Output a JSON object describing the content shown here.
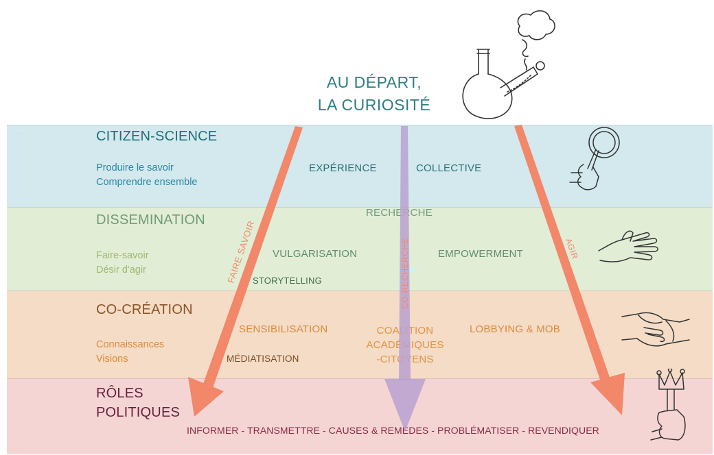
{
  "title": {
    "line1": "AU DÉPART,",
    "line2": "LA CURIOSITÉ"
  },
  "bands": [
    {
      "heading": "CITIZEN-SCIENCE",
      "sub1": "Produire le savoir",
      "sub2": "Comprendre ensemble",
      "keywords": [
        "EXPÉRIENCE",
        "COLLECTIVE"
      ],
      "color": "#d3e9ee",
      "icon": "magnifier-hand-icon"
    },
    {
      "heading": "DISSEMINATION",
      "sub1": "Faire-savoir",
      "sub2": "Désir d'agir",
      "keywords": [
        "RECHERCHE",
        "VULGARISATION",
        "EMPOWERMENT",
        "STORYTELLING"
      ],
      "color": "#e2edd6",
      "icon": "open-hand-icon"
    },
    {
      "heading": "CO-CRÉATION",
      "sub1": "Connaissances",
      "sub2": "Visions",
      "keywords": [
        "SENSIBILISATION",
        "COALITION",
        "ACADÉMIQUES",
        "-CITOYENS",
        "LOBBYING & MOB",
        "MÉDIATISATION"
      ],
      "color": "#f4dcc6",
      "icon": "handshake-icon"
    },
    {
      "heading_line1": "RÔLES",
      "heading_line2": "POLITIQUES",
      "bottom_line": "INFORMER - TRANSMETTRE - CAUSES & REMÈDES - PROBLÉMATISER - REVENDIQUER",
      "color": "#f5d5d4",
      "icon": "scepter-hand-icon"
    }
  ],
  "arrows": {
    "left": "FAIRE SAVOIR",
    "middle": "CO-RECHERCHE",
    "right": "AGIR",
    "colors": {
      "left": "#f2876a",
      "middle": "#b9a1d0",
      "right": "#f2876a"
    }
  }
}
